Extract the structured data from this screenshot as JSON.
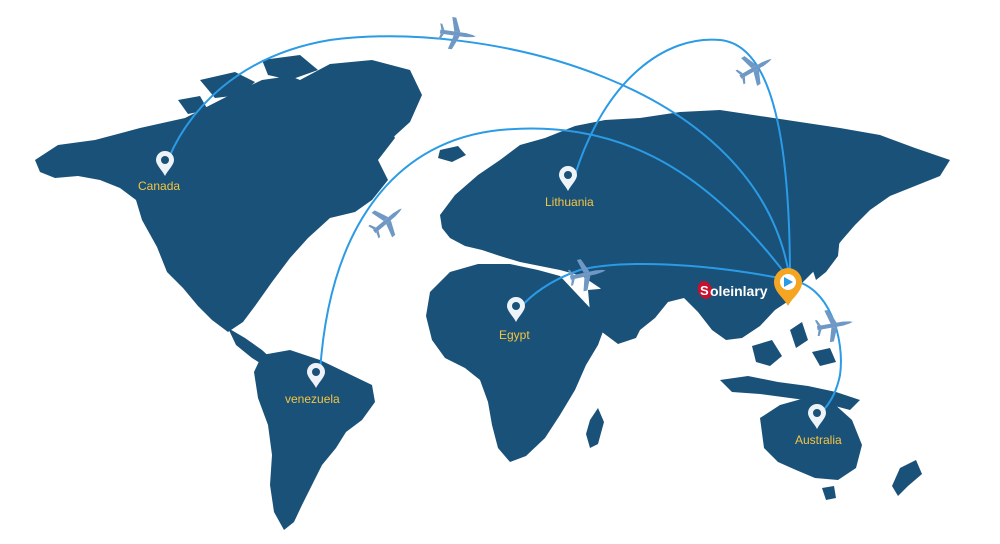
{
  "map": {
    "brand": {
      "name": "oleinlary",
      "logo_letter": "S"
    },
    "destinations": [
      {
        "id": "canada",
        "label": "Canada"
      },
      {
        "id": "lithuania",
        "label": "Lithuania"
      },
      {
        "id": "venezuela",
        "label": "venezuela"
      },
      {
        "id": "egypt",
        "label": "Egypt"
      },
      {
        "id": "australia",
        "label": "Australia"
      }
    ],
    "colors": {
      "land": "#1a5179",
      "route": "#2b9be6",
      "plane": "#6f98c4",
      "label": "#f5c542",
      "hub_pin": "#f4a521",
      "brand_accent": "#c8102e"
    },
    "icons": {
      "destination": "map-pin-icon",
      "hub": "hub-pin-icon",
      "aircraft": "airplane-icon"
    }
  }
}
